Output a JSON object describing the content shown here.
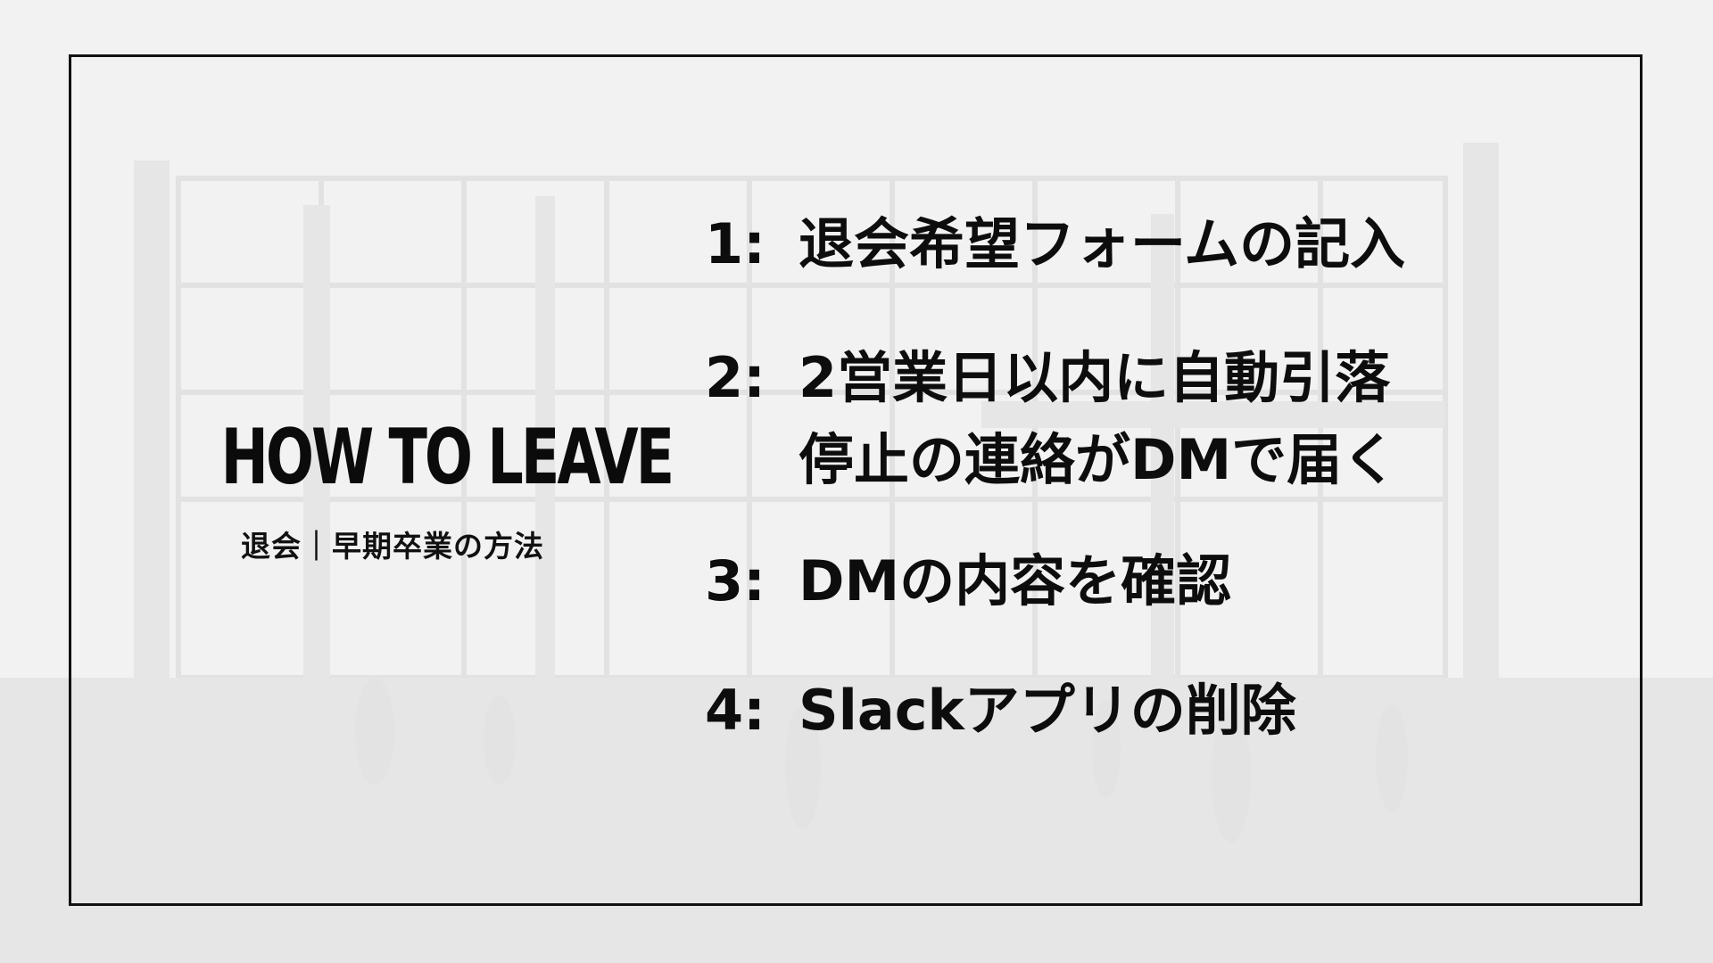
{
  "background": {
    "description_color": "#f1f1f1"
  },
  "title": {
    "main": "HOW TO LEAVE",
    "sub": "退会｜早期卒業の方法"
  },
  "steps": [
    {
      "num": "1:",
      "lines": [
        "退会希望フォームの記入"
      ]
    },
    {
      "num": "2:",
      "lines": [
        "2営業日以内に自動引落",
        "停止の連絡がDMで届く"
      ]
    },
    {
      "num": "3:",
      "lines": [
        "DMの内容を確認"
      ]
    },
    {
      "num": "4:",
      "lines": [
        "Slackアプリの削除"
      ]
    }
  ],
  "colors": {
    "text": "#0d0d0d",
    "frame": "#111111",
    "background": "#f1f1f1"
  }
}
